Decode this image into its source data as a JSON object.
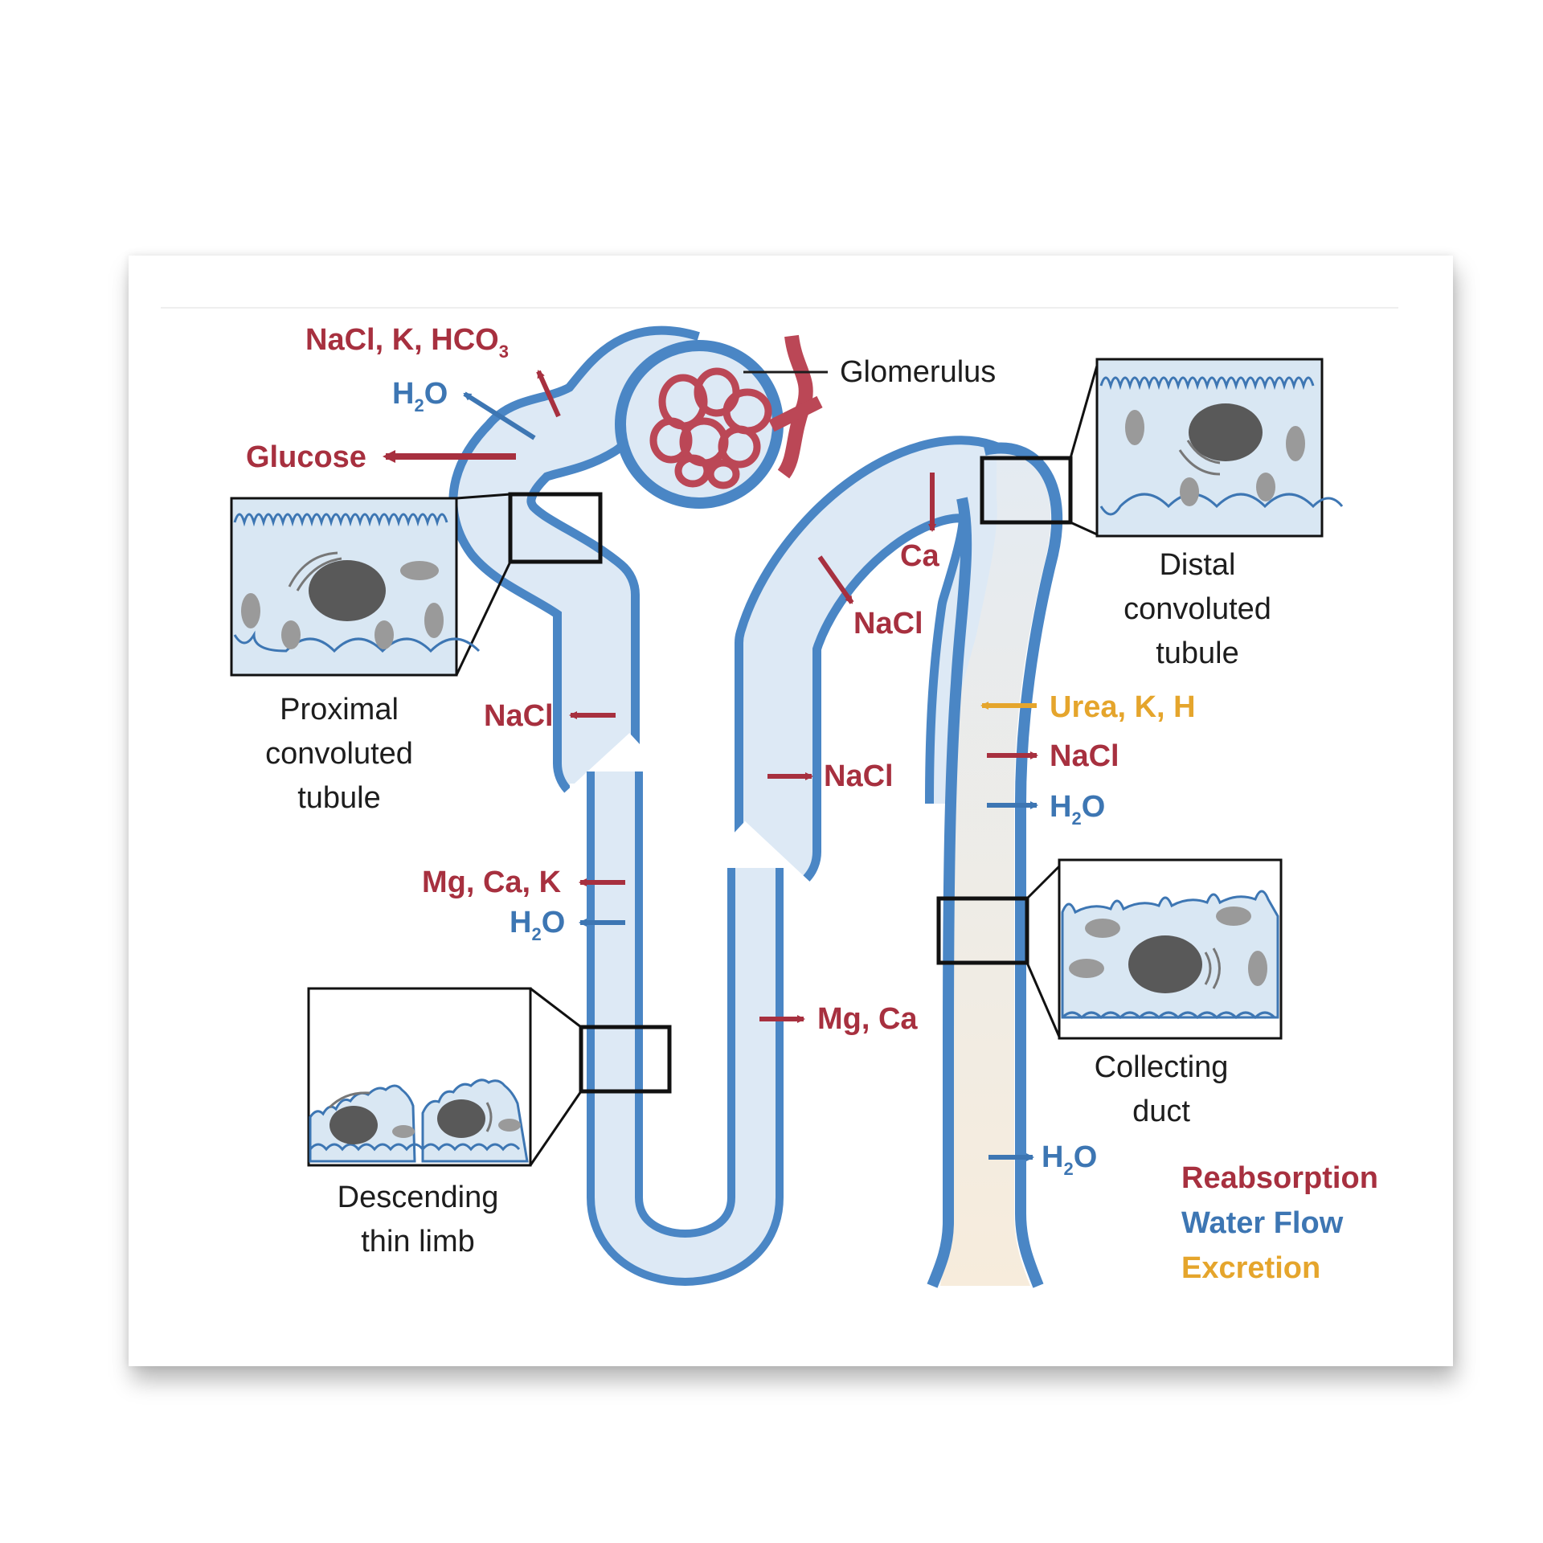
{
  "colors": {
    "reabsorption": "#a7303f",
    "water": "#3d76b3",
    "excretion": "#e5a52c",
    "tubule_wall": "#4a86c5",
    "tubule_lumen": "#dde9f5",
    "text": "#1d1d1d"
  },
  "diagram": {
    "glomerulus": "Glomerulus",
    "pct_labels": {
      "line1": "NaCl, K, HCO",
      "line1_sub": "3",
      "h2o_h": "H",
      "h2o_sub": "2",
      "h2o_o": "O",
      "glucose": "Glucose",
      "nacl": "NaCl"
    },
    "descending_labels": {
      "mgcak": "Mg, Ca, K",
      "h2o_h": "H",
      "h2o_sub": "2",
      "h2o_o": "O"
    },
    "ascending_labels": {
      "nacl_thick": "NaCl",
      "nacl_bend": "NaCl",
      "mgca": "Mg, Ca"
    },
    "dct_labels": {
      "ca": "Ca"
    },
    "cd_labels": {
      "urea": "Urea, K, H",
      "nacl": "NaCl",
      "h2o_h": "H",
      "h2o_sub": "2",
      "h2o_o": "O",
      "h2o2_h": "H",
      "h2o2_sub": "2",
      "h2o2_o": "O"
    },
    "segments": {
      "pct": [
        "Proximal",
        "convoluted",
        "tubule"
      ],
      "dct": [
        "Distal",
        "convoluted",
        "tubule"
      ],
      "cd": [
        "Collecting",
        "duct"
      ],
      "dtl": [
        "Descending",
        "thin limb"
      ]
    },
    "legend": {
      "reabsorption": "Reabsorption",
      "water": "Water Flow",
      "excretion": "Excretion"
    }
  }
}
